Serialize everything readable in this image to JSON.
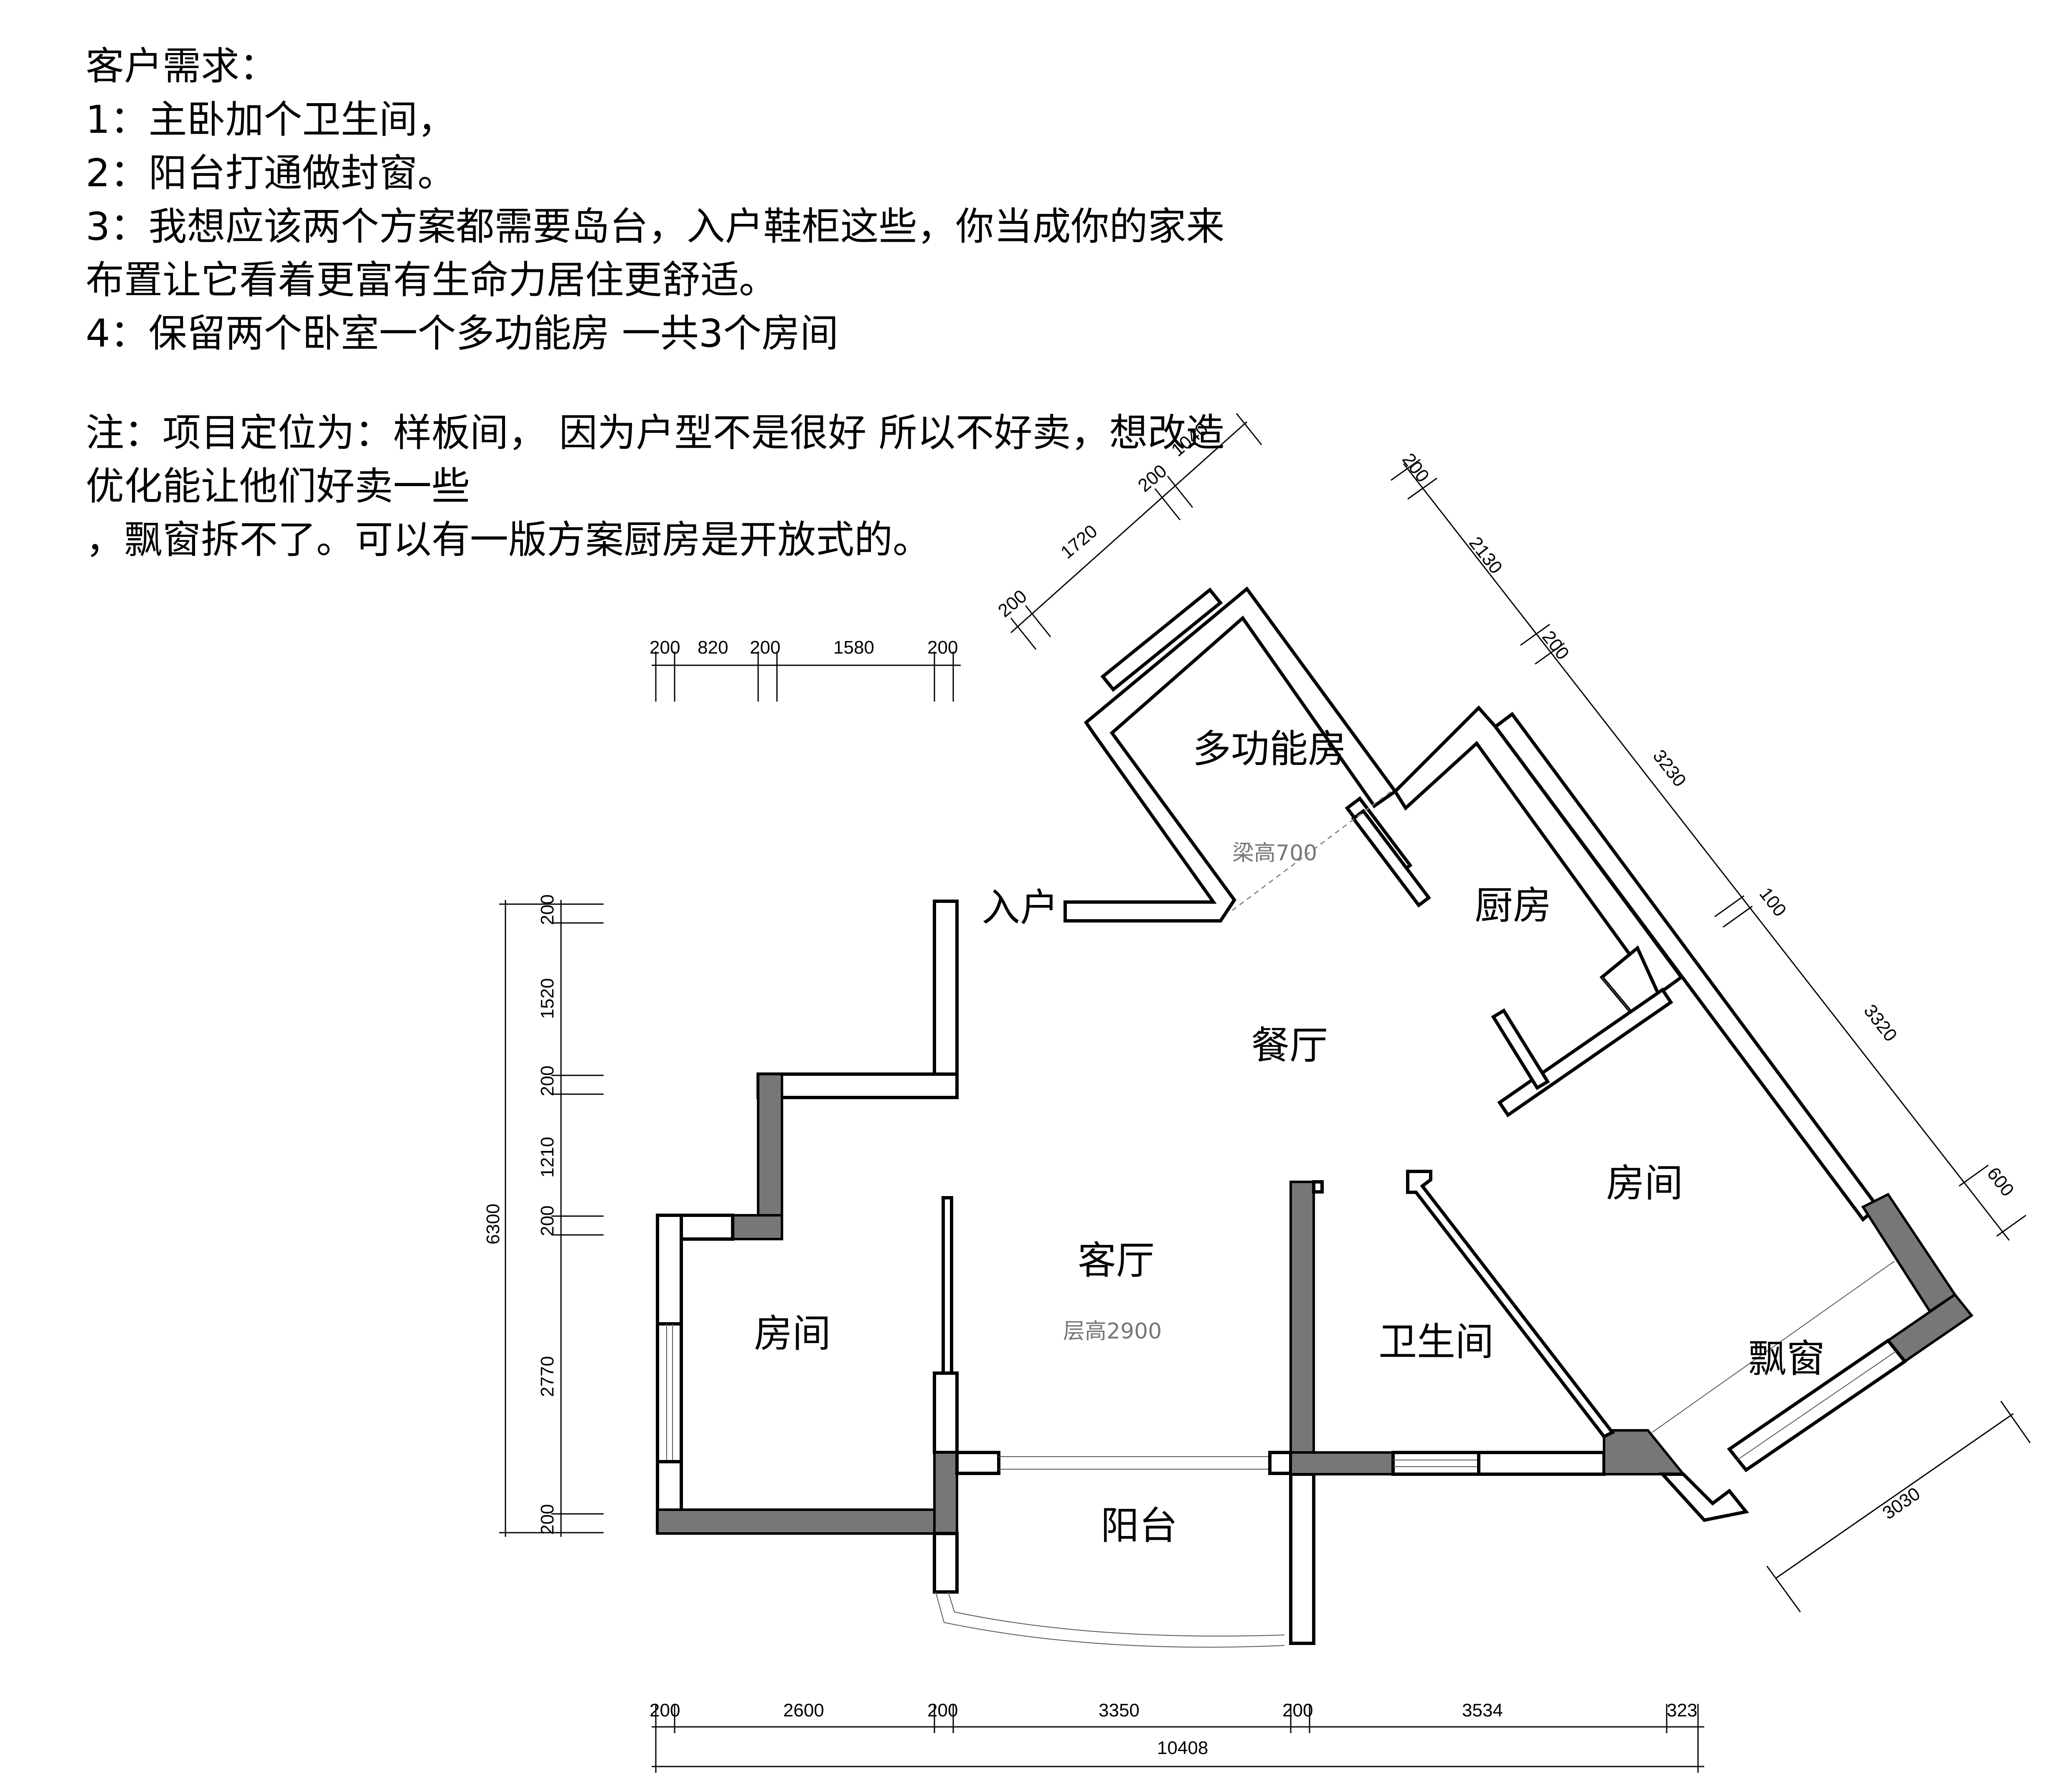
{
  "notes": {
    "title": "客户需求：",
    "items": [
      "1：主卧加个卫生间，",
      "2：阳台打通做封窗。",
      "3：我想应该两个方案都需要岛台，入户鞋柜这些，你当成你的家来",
      "布置让它看着更富有生命力居住更舒适。",
      "4：保留两个卧室一个多功能房 一共3个房间"
    ],
    "remark": [
      "注：项目定位为：样板间， 因为户型不是很好 所以不好卖，想改造",
      "优化能让他们好卖一些",
      "，飘窗拆不了。可以有一版方案厨房是开放式的。"
    ]
  },
  "rooms": {
    "multi": "多功能房",
    "kitchen": "厨房",
    "entry": "入户",
    "dining": "餐厅",
    "bedroom_right": "房间",
    "living": "客厅",
    "bedroom_left": "房间",
    "bathroom": "卫生间",
    "bay_window": "飘窗",
    "balcony": "阳台"
  },
  "notes_on_plan": {
    "beam": "梁高700",
    "floor_height": "层高2900"
  },
  "dims": {
    "top": [
      "200",
      "820",
      "200",
      "1580",
      "200"
    ],
    "left": [
      "200",
      "1520",
      "200",
      "1210",
      "200",
      "2770",
      "200"
    ],
    "left_total": "6300",
    "bottom": [
      "200",
      "2600",
      "200",
      "3350",
      "200",
      "3534",
      "323"
    ],
    "bottom_total": "10408",
    "diag_upper_left": [
      "200",
      "1720",
      "200",
      "1040"
    ],
    "diag_right": [
      "200",
      "2130",
      "200",
      "3230",
      "100",
      "3320",
      "600"
    ],
    "bay": "3030"
  }
}
